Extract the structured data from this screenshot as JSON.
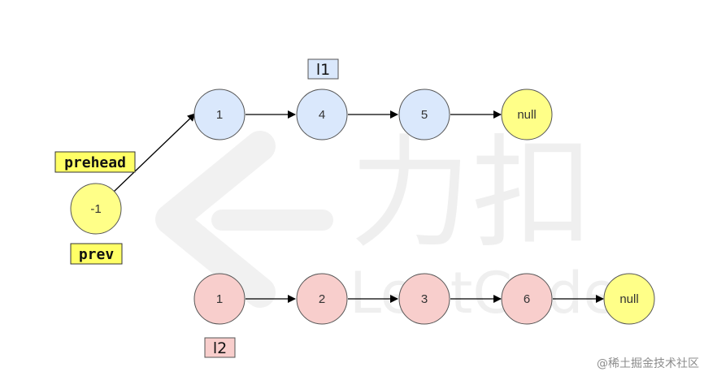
{
  "diagram": {
    "list1": {
      "label": "l1",
      "color": "#dae8fc",
      "nodes": [
        "1",
        "4",
        "5"
      ],
      "terminal": "null"
    },
    "list2": {
      "label": "l2",
      "color": "#f8cecc",
      "nodes": [
        "1",
        "2",
        "3",
        "6"
      ],
      "terminal": "null"
    },
    "dummy": {
      "value": "-1",
      "label_top": "prehead",
      "label_bottom": "prev",
      "color": "#ffff88"
    },
    "terminal_color": "#ffff88",
    "tag_color": "#ffff66"
  },
  "watermark": {
    "chinese": "力扣",
    "latin": "LeetCode"
  },
  "credit": "@稀土掘金技术社区"
}
